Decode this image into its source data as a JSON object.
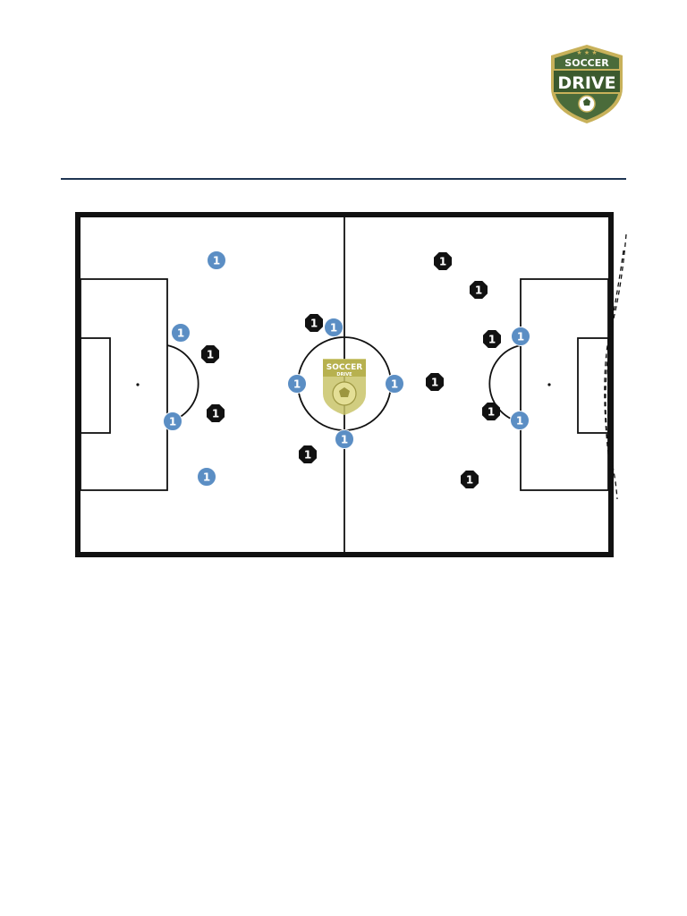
{
  "header": {
    "logo": {
      "line1": "SOCCER",
      "line2": "DRIVE",
      "colors": {
        "shield": "#4a6b3a",
        "border": "#c8b15a",
        "text": "#ffffff"
      }
    }
  },
  "diagram": {
    "center_logo": {
      "line1": "SOCCER",
      "line2": "DRIVE",
      "color": "#c9c46a"
    },
    "colors": {
      "blue_player": "#5b8ec4",
      "black_player": "#111111",
      "line": "#111111",
      "field": "#ffffff"
    },
    "players": {
      "blue": [
        {
          "id": "b1",
          "label": "1"
        },
        {
          "id": "b2",
          "label": "1"
        },
        {
          "id": "b3",
          "label": "1"
        },
        {
          "id": "b4",
          "label": "1"
        },
        {
          "id": "b5",
          "label": "1"
        },
        {
          "id": "b6",
          "label": "1"
        },
        {
          "id": "b7",
          "label": "1"
        },
        {
          "id": "b8",
          "label": "1"
        },
        {
          "id": "b9",
          "label": "1"
        },
        {
          "id": "b10",
          "label": "1"
        }
      ],
      "black": [
        {
          "id": "k1",
          "label": "1"
        },
        {
          "id": "k2",
          "label": "1"
        },
        {
          "id": "k3",
          "label": "1"
        },
        {
          "id": "k4",
          "label": "1"
        },
        {
          "id": "k5",
          "label": "1"
        },
        {
          "id": "k6",
          "label": "1"
        },
        {
          "id": "k7",
          "label": "1"
        },
        {
          "id": "k8",
          "label": "1"
        },
        {
          "id": "k9",
          "label": "1"
        },
        {
          "id": "k10",
          "label": "1"
        }
      ]
    }
  }
}
